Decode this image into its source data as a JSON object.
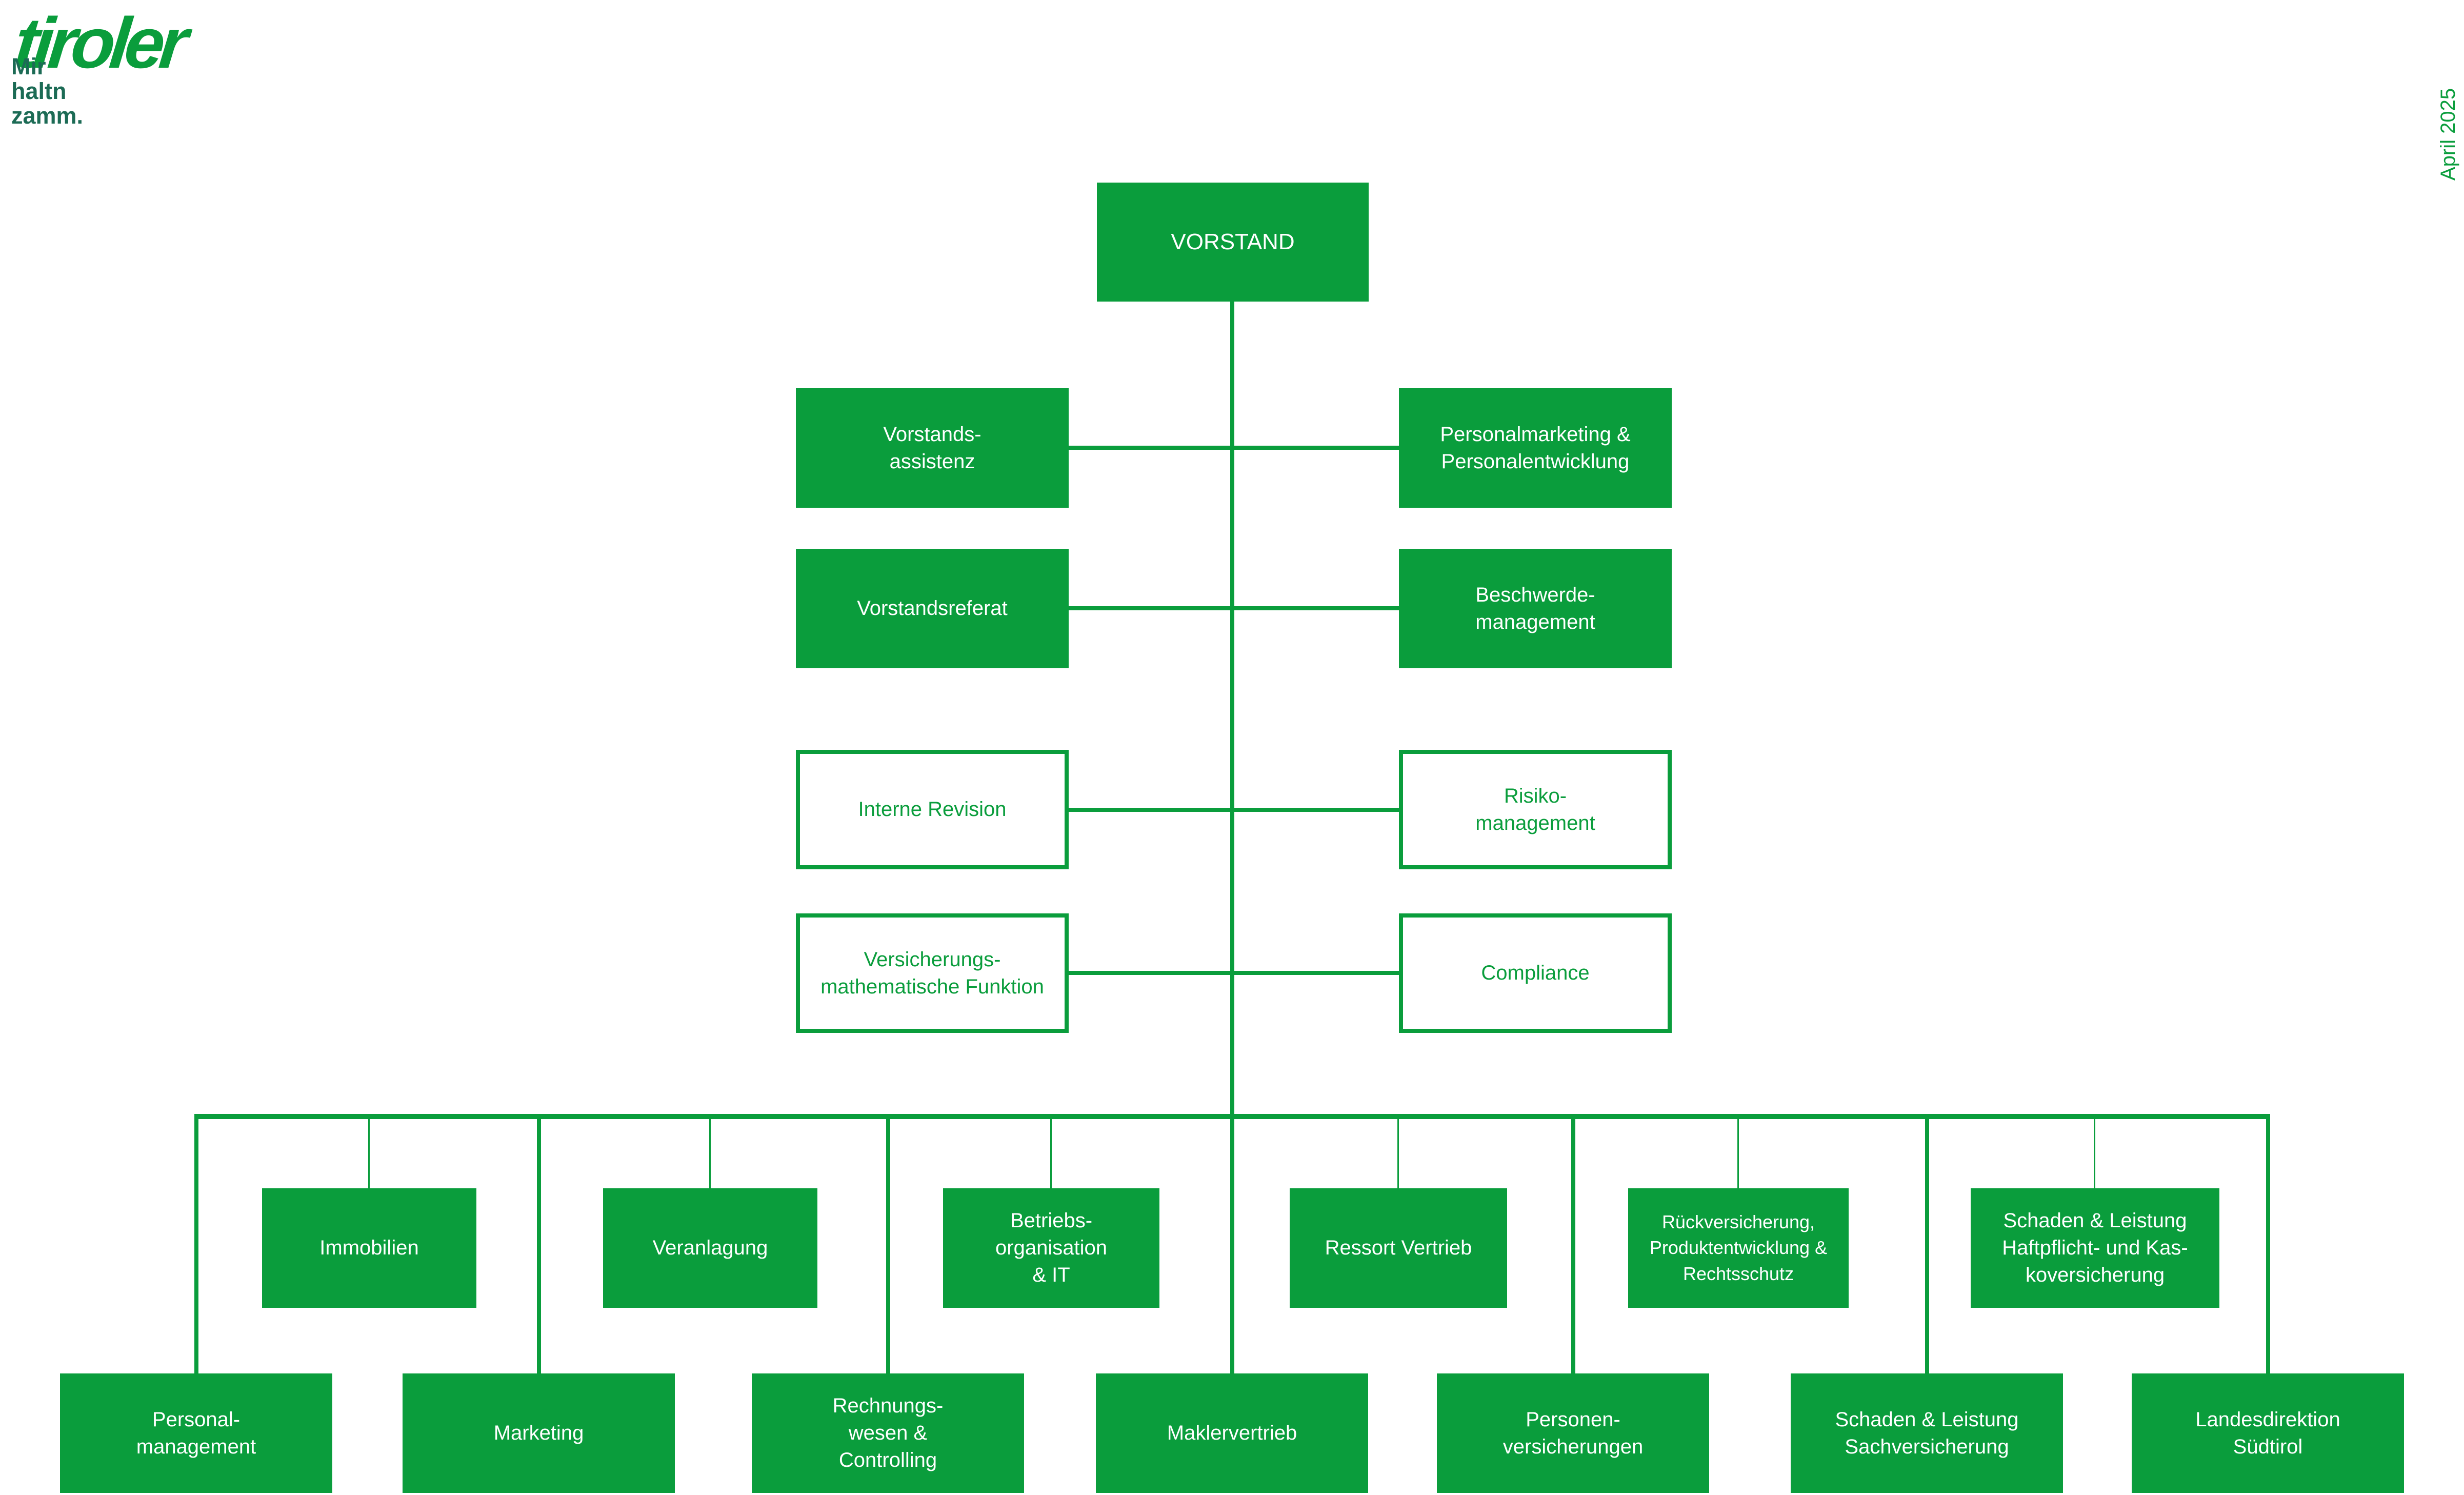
{
  "page": {
    "date_label": "April 2025",
    "background": "#FFFFFF"
  },
  "logo": {
    "wordmark": "tiroler",
    "tagline": "Mir\nhaltn\nzamm.",
    "wordmark_color": "#0A9D3C",
    "tagline_color": "#1C6B55"
  },
  "colors": {
    "brand_green": "#0A9D3C",
    "text_on_green": "#FFFFFF",
    "outline_box_text": "#0A9D3C"
  },
  "org_chart": {
    "root": {
      "label": "VORSTAND",
      "variant": "solid"
    },
    "staff_left": [
      {
        "label": "Vorstands-\nassistenz",
        "variant": "solid"
      },
      {
        "label": "Vorstandsreferat",
        "variant": "solid"
      },
      {
        "label": "Interne Revision",
        "variant": "outline"
      },
      {
        "label": "Versicherungs-\nmathematische Funktion",
        "variant": "outline"
      }
    ],
    "staff_right": [
      {
        "label": "Personalmarketing &\nPersonalentwicklung",
        "variant": "solid"
      },
      {
        "label": "Beschwerde-\nmanagement",
        "variant": "solid"
      },
      {
        "label": "Risiko-\nmanagement",
        "variant": "outline"
      },
      {
        "label": "Compliance",
        "variant": "outline"
      }
    ],
    "division_row_upper": [
      {
        "label": "Immobilien",
        "variant": "solid"
      },
      {
        "label": "Veranlagung",
        "variant": "solid"
      },
      {
        "label": "Betriebs-\norganisation\n& IT",
        "variant": "solid"
      },
      {
        "label": "Ressort Vertrieb",
        "variant": "solid"
      },
      {
        "label": "Rückversicherung,\nProduktentwicklung &\nRechtsschutz",
        "variant": "solid"
      },
      {
        "label": "Schaden & Leistung\nHaftpflicht- und Kas-\nkoversicherung",
        "variant": "solid"
      }
    ],
    "division_row_lower": [
      {
        "label": "Personal-\nmanagement",
        "variant": "solid"
      },
      {
        "label": "Marketing",
        "variant": "solid"
      },
      {
        "label": "Rechnungs-\nwesen &\nControlling",
        "variant": "solid"
      },
      {
        "label": "Maklervertrieb",
        "variant": "solid"
      },
      {
        "label": "Personen-\nversicherungen",
        "variant": "solid"
      },
      {
        "label": "Schaden & Leistung\nSachversicherung",
        "variant": "solid"
      },
      {
        "label": "Landesdirektion\nSüdtirol",
        "variant": "solid"
      }
    ]
  }
}
